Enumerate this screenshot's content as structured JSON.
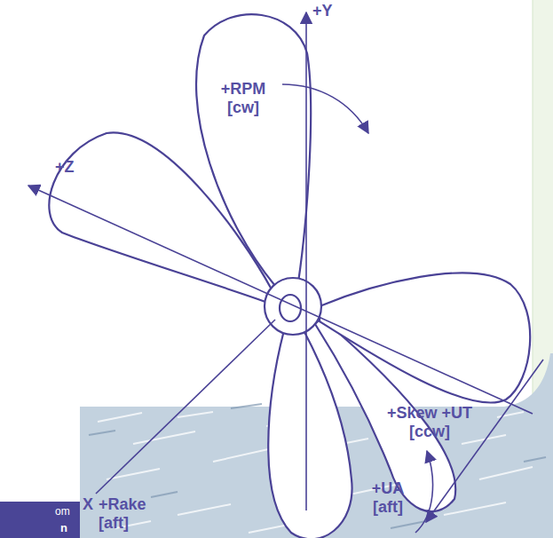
{
  "diagram": {
    "labels": [
      "+Y",
      "+RPM [cw]",
      "+Z",
      "+Skew +UT [ccw]",
      "+UA [aft]",
      "X",
      "+Rake [aft]",
      "om",
      "n"
    ]
  }
}
